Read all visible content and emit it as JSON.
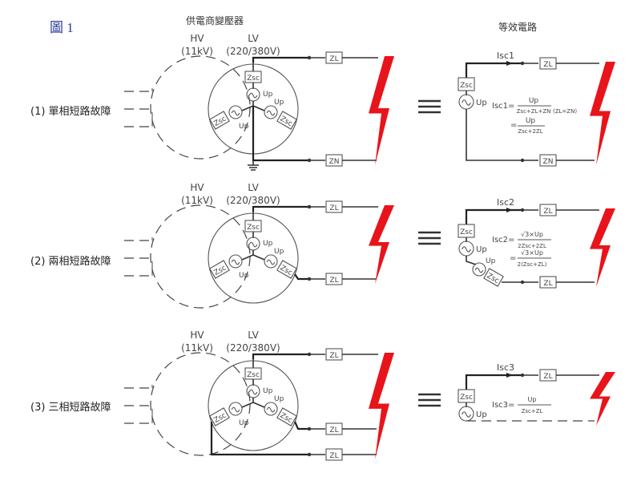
{
  "figure_label": "圖 1",
  "headers": {
    "transformer": "供電商變壓器",
    "equivalent": "等效電路"
  },
  "colors": {
    "figure_label": "#2b3a9a",
    "fault_bolt": "#e8141b",
    "lines": "#333333"
  },
  "rows": [
    {
      "label": "(1) 單相短路故障",
      "hv_label": "HV",
      "hv_voltage": "(11kV)",
      "lv_label": "LV",
      "lv_voltage": "(220/380V)",
      "source_components": [
        "Zsc",
        "Up"
      ],
      "line_impedances": [
        "ZL",
        "ZN"
      ],
      "equivalent": {
        "current_label": "Isc1",
        "source_impedance": "Zsc",
        "source_voltage": "Up",
        "line_impedances": [
          "ZL",
          "ZN"
        ],
        "formula_lhs": "Isc1=",
        "formula_num_1": "Up",
        "formula_den_1": "Zsc+ZL+ZN",
        "formula_condition": "(ZL=ZN)",
        "formula_eq": "=",
        "formula_num_2": "Up",
        "formula_den_2": "Zsc+2ZL"
      }
    },
    {
      "label": "(2) 兩相短路故障",
      "hv_label": "HV",
      "hv_voltage": "(11kV)",
      "lv_label": "LV",
      "lv_voltage": "(220/380V)",
      "line_impedances": [
        "ZL",
        "ZL"
      ],
      "equivalent": {
        "current_label": "Isc2",
        "source_impedance": "Zsc",
        "source_voltage": "Up",
        "line_impedances": [
          "ZL",
          "ZL"
        ],
        "formula_lhs": "Isc2=",
        "formula_num_1": "√3×Up",
        "formula_den_1": "2Zsc+2ZL",
        "formula_eq": "=",
        "formula_num_2": "√3×Up",
        "formula_den_2": "2(Zsc+ZL)"
      }
    },
    {
      "label": "(3) 三相短路故障",
      "hv_label": "HV",
      "hv_voltage": "(11kV)",
      "lv_label": "LV",
      "lv_voltage": "(220/380V)",
      "line_impedances": [
        "ZL",
        "ZL",
        "ZL"
      ],
      "equivalent": {
        "current_label": "Isc3",
        "source_impedance": "Zsc",
        "source_voltage": "Up",
        "line_impedances": [
          "ZL"
        ],
        "formula_lhs": "Isc3=",
        "formula_num_1": "Up",
        "formula_den_1": "Zsc+ZL"
      }
    }
  ],
  "symbols": {
    "impedance_sc": "Zsc",
    "voltage": "Up",
    "equivalence": "≡",
    "ac_source": "~"
  }
}
